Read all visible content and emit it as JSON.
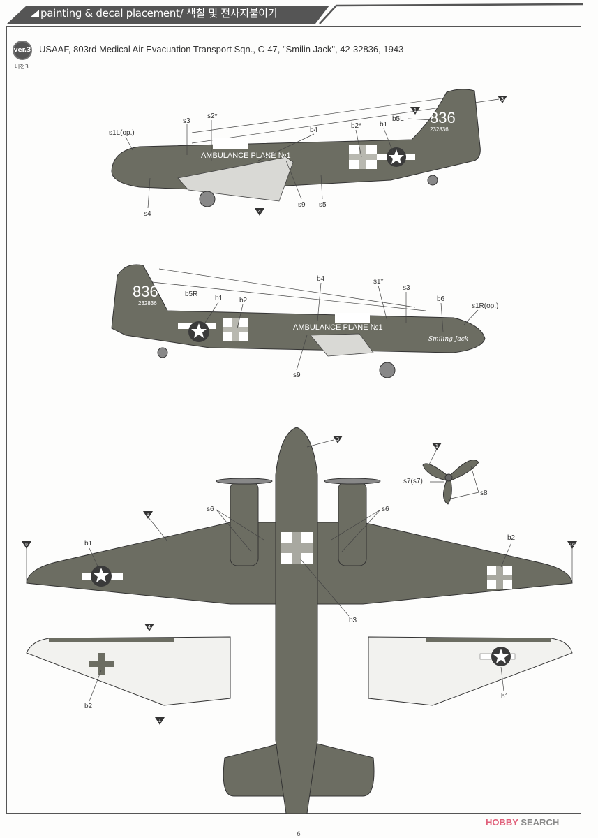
{
  "header": {
    "title": "painting & decal placement/ 색칠 및 전사지붙이기"
  },
  "version": {
    "badge": "ver.3",
    "sub": "버전3"
  },
  "subtitle": "USAAF, 803rd Medical Air Evacuation Transport Sqn., C-47, \"Smilin Jack\", 42-32836, 1943",
  "colors": {
    "olive_drab": "#6c6d62",
    "neutral_gray": "#d9d9d5",
    "insignia_blue": "#3a3a3a",
    "white": "#ffffff"
  },
  "aircraft_markings": {
    "tail_number": "836",
    "serial": "232836",
    "fuselage_text": "AMBULANCE PLANE №1",
    "nose_art": "Smiling Jack"
  },
  "callouts": {
    "c1": "1",
    "c3": "3",
    "c4": "4",
    "c9": "9",
    "c10": "10"
  },
  "left_view_labels": {
    "s1l": "s1L(op.)",
    "s3": "s3",
    "s2": "s2*",
    "b4": "b4",
    "b2": "b2*",
    "b1": "b1",
    "b5l": "b5L",
    "s4": "s4",
    "s9": "s9",
    "s5": "s5"
  },
  "right_view_labels": {
    "b5r": "b5R",
    "b1": "b1",
    "b2": "b2",
    "b4": "b4",
    "s1": "s1*",
    "s3": "s3",
    "b6": "b6",
    "s1r": "s1R(op.)",
    "s9": "s9"
  },
  "top_view_labels": {
    "s6a": "s6",
    "s6b": "s6",
    "b1": "b1",
    "b2": "b2",
    "b3": "b3",
    "s7": "s7(s7)",
    "s8": "s8"
  },
  "under_wing_labels": {
    "b2": "b2",
    "b1": "b1"
  },
  "watermark": {
    "brand": "HOBBY",
    "rest": " SEARCH"
  },
  "page_number": "6"
}
